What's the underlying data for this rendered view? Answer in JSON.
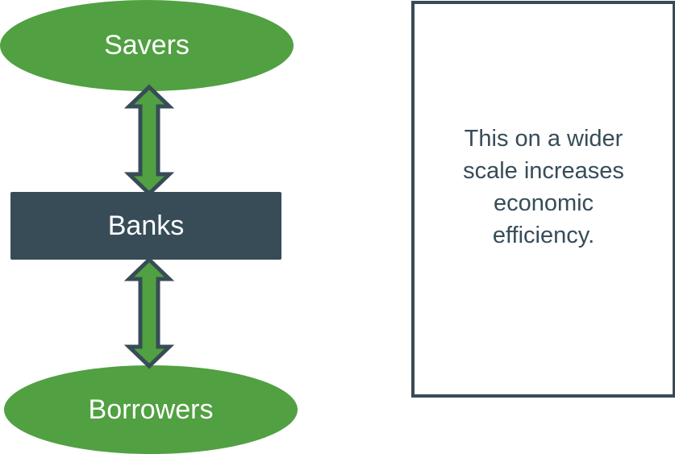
{
  "nodes": {
    "savers": "Savers",
    "banks": "Banks",
    "borrowers": "Borrowers"
  },
  "note": "This on a wider scale increases economic efficiency.",
  "colors": {
    "green": "#51a042",
    "dark": "#374c57"
  }
}
